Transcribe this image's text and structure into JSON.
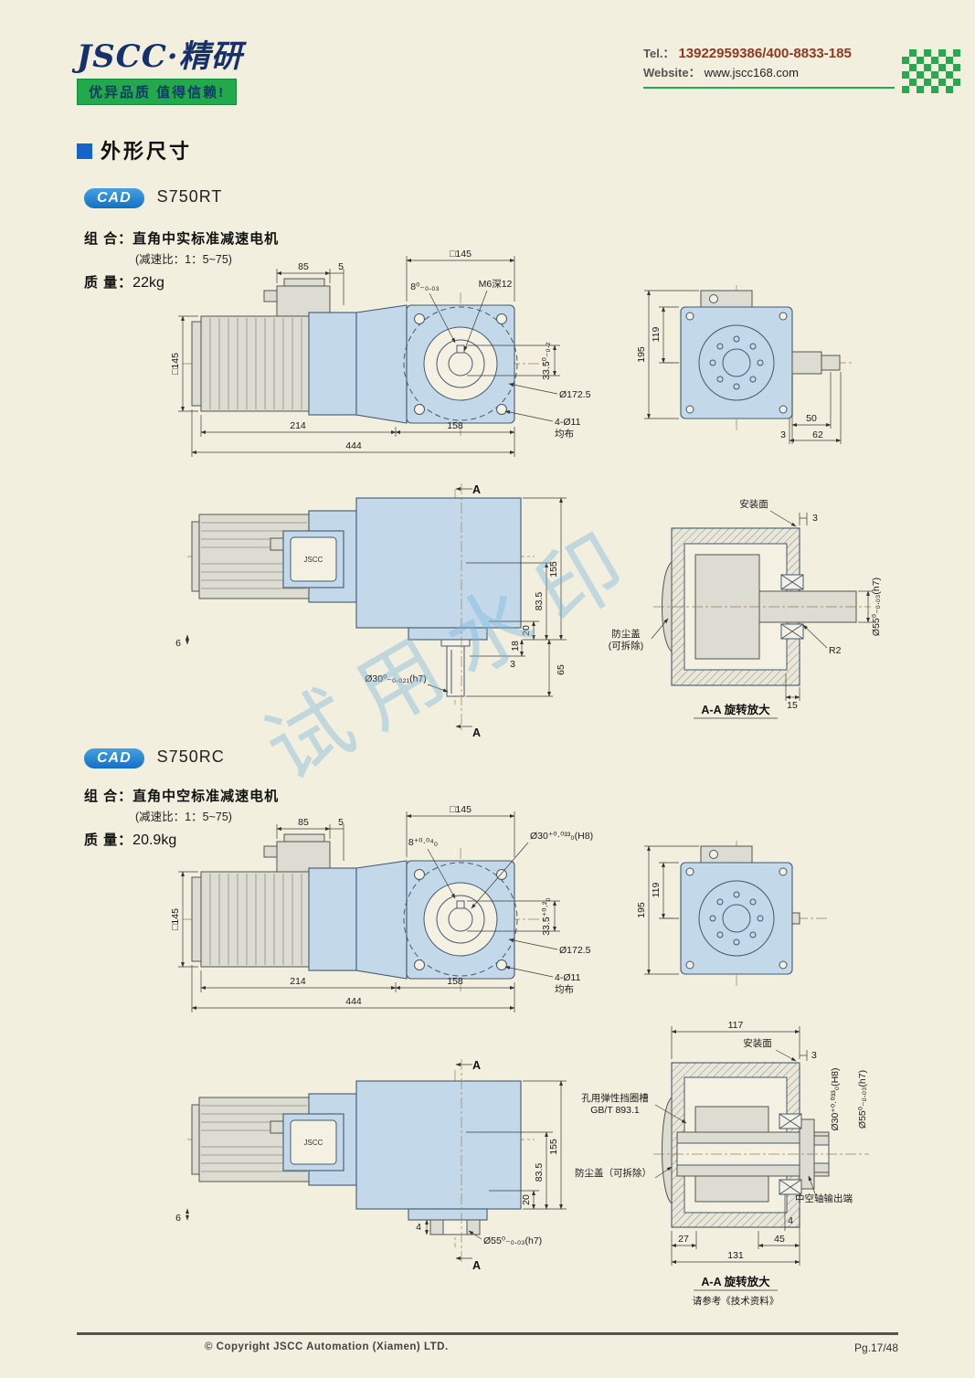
{
  "colors": {
    "brand_green": "#21a94c",
    "brand_blue": "#1470c4",
    "drawing_blue": "#c3d9ea",
    "tel_red": "#8d3a1f",
    "page_bg": "#f2efdf"
  },
  "header": {
    "logo": "JSCC·精研",
    "tagline": "优异品质 值得信赖!",
    "tel_label": "Tel.：",
    "tel_value": "13922959386/400-8833-185",
    "website_label": "Website：",
    "website_value": "www.jscc168.com"
  },
  "section_title": "外形尺寸",
  "models": {
    "rt": {
      "badge": "CAD",
      "name": "S750RT",
      "combo_label": "组 合：",
      "combo_value": "直角中实标准减速电机",
      "ratio": "(减速比：1：5~75)",
      "mass_label": "质 量：",
      "mass_value": "22kg"
    },
    "rc": {
      "badge": "CAD",
      "name": "S750RC",
      "combo_label": "组 合：",
      "combo_value": "直角中空标准减速电机",
      "ratio": "(减速比：1：5~75)",
      "mass_label": "质 量：",
      "mass_value": "20.9kg"
    }
  },
  "dims": {
    "rt_main": {
      "d85": "85",
      "d5": "5",
      "sq145_top": "□145",
      "key": "8⁰₋₀.₀₃",
      "m6": "M6深12",
      "d335": "33.5⁰₋₀.₂",
      "bolt_circle": "Ø172.5",
      "holes": "4-Ø11",
      "holes_note": "均布",
      "d214": "214",
      "d158": "158",
      "d444": "444",
      "sq145_left": "□145",
      "d119": "119",
      "d195": "195",
      "d50": "50",
      "d3": "3",
      "d62": "62"
    },
    "rt_section": {
      "a_top": "A",
      "a_bottom": "A",
      "d155": "155",
      "d835": "83.5",
      "d20": "20",
      "d18": "18",
      "d3": "3",
      "d65": "65",
      "d6": "6",
      "shaft": "Ø30⁰₋₀.₀₂₁(h7)",
      "plate": "JSCC",
      "mount_face": "安装面",
      "m3": "3",
      "d55": "Ø55⁰₋₀.₀₃(h7)",
      "r2": "R2",
      "d15": "15",
      "dust_cover_1": "防尘盖",
      "dust_cover_2": "(可拆除)",
      "caption": "A-A 旋转放大"
    },
    "rc_main": {
      "d85": "85",
      "d5": "5",
      "sq145_top": "□145",
      "key": "8⁺⁰·⁰⁴₀",
      "bore": "Ø30⁺⁰·⁰³³₀(H8)",
      "d335": "33.5⁺⁰·²₀",
      "bolt_circle": "Ø172.5",
      "holes": "4-Ø11",
      "holes_note": "均布",
      "d214": "214",
      "d158": "158",
      "d444": "444",
      "sq145_left": "□145",
      "d119": "119",
      "d195": "195"
    },
    "rc_section": {
      "a_top": "A",
      "a_bottom": "A",
      "d155": "155",
      "d835": "83.5",
      "d20": "20",
      "d4_left": "4",
      "d6": "6",
      "hub": "Ø55⁰₋₀.₀₃(h7)",
      "plate": "JSCC",
      "d117": "117",
      "mount_face": "安装面",
      "m3": "3",
      "bore": "Ø30⁺⁰·⁰³³₀(H8)",
      "d55": "Ø55⁰₋₀.₀₃(h7)",
      "circlip_1": "孔用弹性挡圈槽",
      "circlip_2": "GB/T 893.1",
      "dust_cover": "防尘盖（可拆除）",
      "hollow_out": "中空轴输出端",
      "d4": "4",
      "d27": "27",
      "d45": "45",
      "d131": "131",
      "caption": "A-A 旋转放大",
      "note": "请参考《技术资料》"
    }
  },
  "watermark": "试用水印",
  "footer": {
    "copyright": "© Copyright JSCC Automation (Xiamen) LTD.",
    "page": "Pg.17/48"
  }
}
